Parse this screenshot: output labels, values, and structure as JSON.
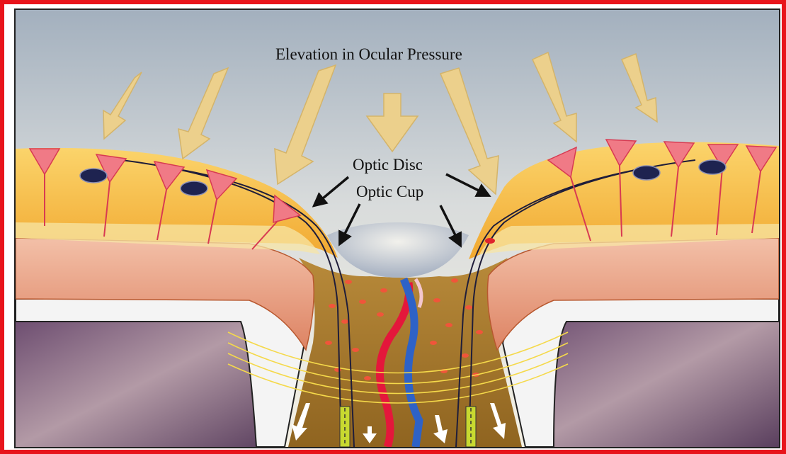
{
  "diagram": {
    "title_label": "Elevation in Ocular Pressure",
    "optic_disc_label": "Optic Disc",
    "optic_cup_label": "Optic Cup"
  },
  "colors": {
    "frame": "#e8141b",
    "sky_top": "#a8b4c2",
    "sky_bottom": "#f0ede2",
    "retina": "#f4b23c",
    "choroid": "#e79a7e",
    "sclera": "#f2f2f2",
    "optic_nerve": "#a17424",
    "arrow_fill": "#ecd08c",
    "ganglion_cell": "#f07a86",
    "artery": "#e4173b",
    "vein": "#2e62c6"
  }
}
